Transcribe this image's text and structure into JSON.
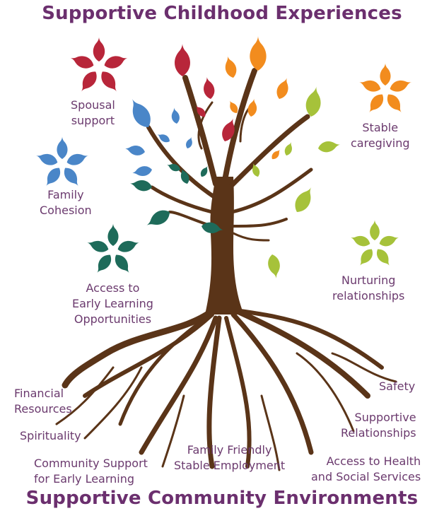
{
  "title": "Supportive Childhood Experiences",
  "footer_title": "Supportive Community Environments",
  "colors": {
    "title": "#6b2f6e",
    "label": "#6b3a6e",
    "trunk": "#5a3418",
    "red": "#b8263a",
    "orange": "#f28c1e",
    "blue": "#4a86c8",
    "green": "#1e6b5a",
    "lime": "#a6c23a"
  },
  "experiences": [
    {
      "icon": "red-leaf-flower-icon",
      "line1": "Spousal",
      "line2": "support"
    },
    {
      "icon": "blue-leaf-flower-icon",
      "line1": "Family",
      "line2": "Cohesion"
    },
    {
      "icon": "green-leaf-flower-icon",
      "line1": "Access to",
      "line2": "Early Learning",
      "line3": "Opportunities"
    },
    {
      "icon": "orange-leaf-flower-icon",
      "line1": "Stable",
      "line2": "caregiving"
    },
    {
      "icon": "lime-leaf-flower-icon",
      "line1": "Nurturing",
      "line2": "relationships"
    }
  ],
  "environments": [
    {
      "line1": "Financial",
      "line2": "Resources"
    },
    {
      "line1": "Spirituality"
    },
    {
      "line1": "Community Support",
      "line2": "for Early Learning"
    },
    {
      "line1": "Family Friendly",
      "line2": "Stable Employment"
    },
    {
      "line1": "Safety"
    },
    {
      "line1": "Supportive",
      "line2": "Relationships"
    },
    {
      "line1": "Access to Health",
      "line2": "and Social Services"
    }
  ]
}
